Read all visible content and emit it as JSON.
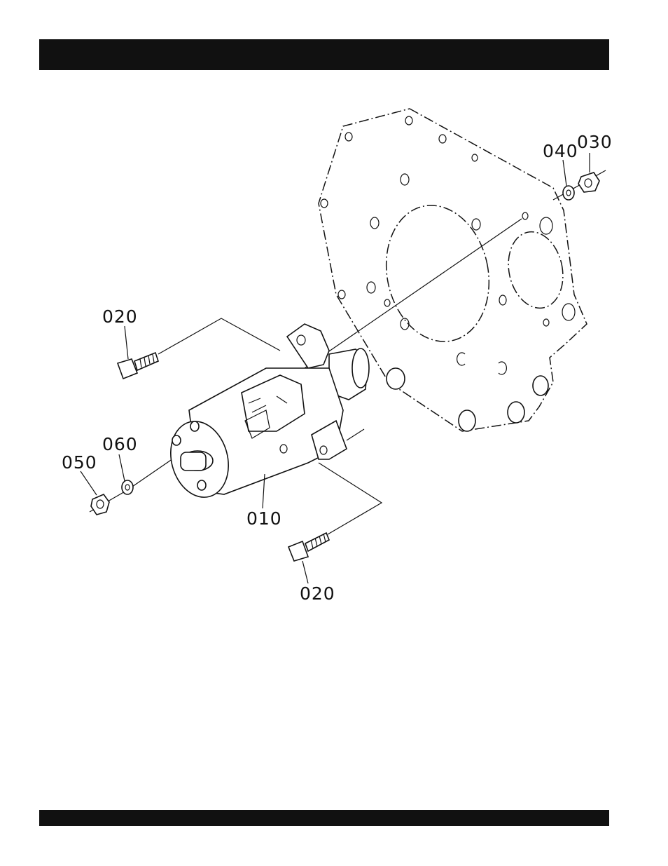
{
  "header": {
    "title": ""
  },
  "footer": {
    "text": ""
  },
  "diagram": {
    "callouts": {
      "starter": "010",
      "bolt_upper": "020",
      "bolt_lower": "020",
      "nut_right": "030",
      "washer_right": "040",
      "nut_left": "050",
      "washer_left": "060"
    }
  }
}
